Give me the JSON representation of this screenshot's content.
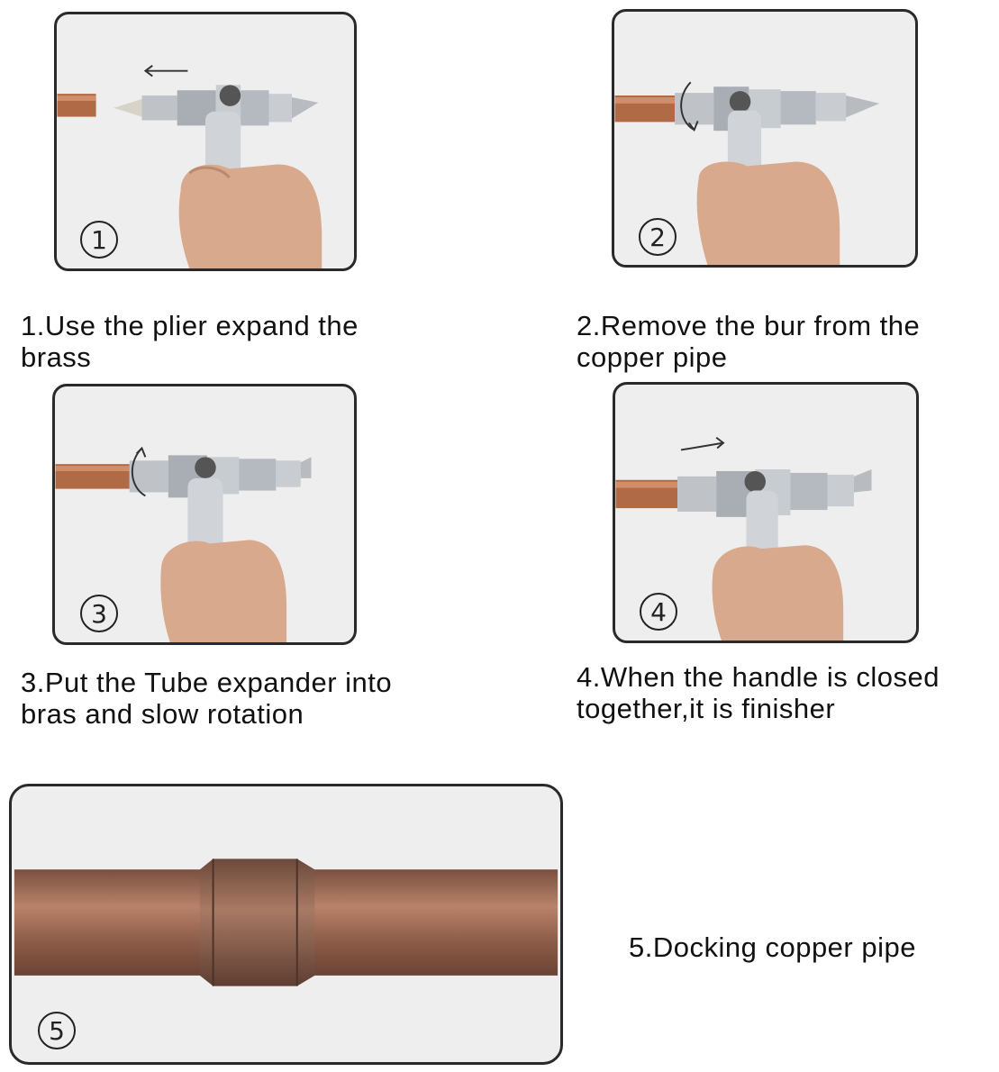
{
  "steps": [
    {
      "number": "1",
      "caption_line1": "1.Use the plier expand the",
      "caption_line2": "brass"
    },
    {
      "number": "2",
      "caption_line1": "2.Remove the bur from the",
      "caption_line2": "copper pipe"
    },
    {
      "number": "3",
      "caption_line1": "3.Put the Tube expander into",
      "caption_line2": "bras and slow rotation"
    },
    {
      "number": "4",
      "caption_line1": "4.When the handle is closed",
      "caption_line2": "together,it is finisher"
    },
    {
      "number": "5",
      "caption_line1": "5.Docking copper pipe"
    }
  ],
  "colors": {
    "copper": "#b06a45",
    "steel": "#c9cdd2",
    "skin": "#d8a98c",
    "panel_bg": "#eeeeee",
    "border": "#2a2a2a"
  },
  "icons": [
    "tube-expander-tool-icon",
    "copper-pipe-icon",
    "hand-icon",
    "direction-arrow-icon",
    "rotation-arrow-icon"
  ]
}
